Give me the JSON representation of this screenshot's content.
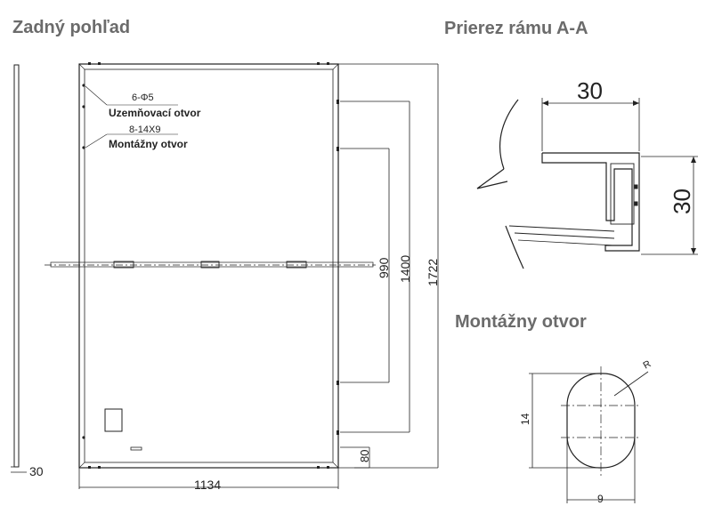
{
  "titles": {
    "back_view": "Zadný pohľad",
    "frame_section": "Prierez rámu A-A",
    "mounting_hole": "Montážny otvor"
  },
  "back_view": {
    "ground_hole_spec": "6-Φ5",
    "ground_hole_label": "Uzemňovací otvor",
    "mount_hole_spec": "8-14X9",
    "mount_hole_label": "Montážny otvor",
    "dim_width": "1134",
    "dim_height": "1722",
    "dim_mount_outer": "1400",
    "dim_mount_inner": "990",
    "dim_bottom_offset": "80",
    "dim_frame_depth": "30"
  },
  "frame_section": {
    "dim_width": "30",
    "dim_height": "30"
  },
  "mounting_hole": {
    "dim_height": "14",
    "dim_width": "9",
    "radius_label": "R"
  }
}
